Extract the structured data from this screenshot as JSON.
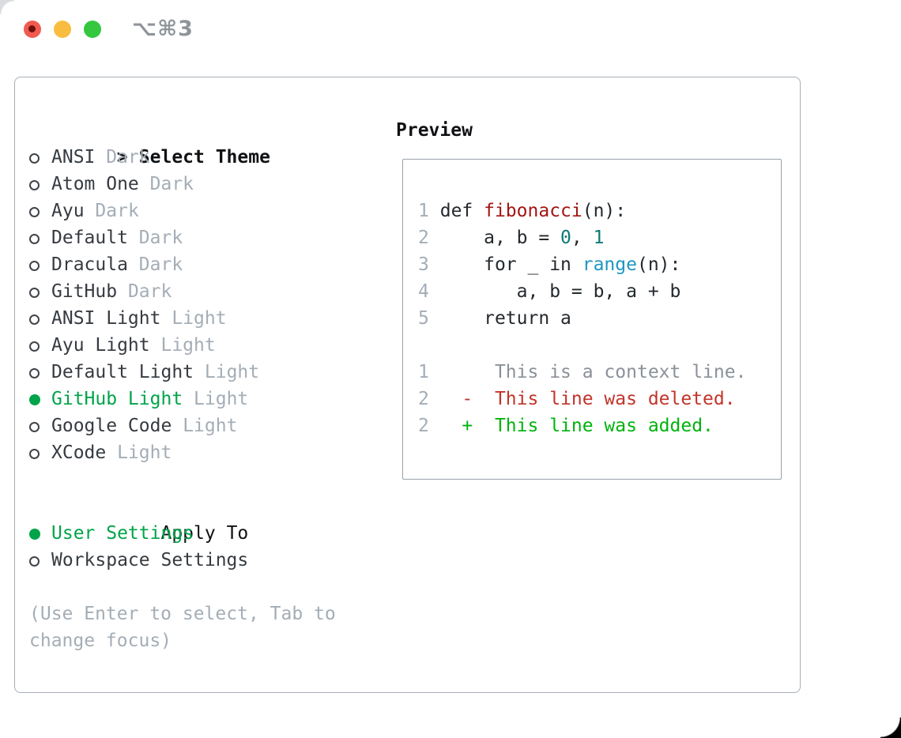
{
  "titlebar": {
    "title": "⌥⌘3"
  },
  "theme_picker": {
    "header_prefix": ">",
    "header": "Select Theme",
    "themes": [
      {
        "name": "ANSI",
        "variant": "Dark",
        "selected": false
      },
      {
        "name": "Atom One",
        "variant": "Dark",
        "selected": false
      },
      {
        "name": "Ayu",
        "variant": "Dark",
        "selected": false
      },
      {
        "name": "Default",
        "variant": "Dark",
        "selected": false
      },
      {
        "name": "Dracula",
        "variant": "Dark",
        "selected": false
      },
      {
        "name": "GitHub",
        "variant": "Dark",
        "selected": false
      },
      {
        "name": "ANSI Light",
        "variant": "Light",
        "selected": false
      },
      {
        "name": "Ayu Light",
        "variant": "Light",
        "selected": false
      },
      {
        "name": "Default Light",
        "variant": "Light",
        "selected": false
      },
      {
        "name": "GitHub Light",
        "variant": "Light",
        "selected": true
      },
      {
        "name": "Google Code",
        "variant": "Light",
        "selected": false
      },
      {
        "name": "XCode",
        "variant": "Light",
        "selected": false
      }
    ],
    "apply_to": {
      "header": "Apply To",
      "options": [
        {
          "label": "User Settings",
          "selected": true
        },
        {
          "label": "Workspace Settings",
          "selected": false
        }
      ]
    },
    "hint": "(Use Enter to select, Tab to change focus)"
  },
  "preview": {
    "header": "Preview",
    "code_lines": [
      {
        "num": "1",
        "tokens": [
          {
            "text": "def ",
            "style": "plain"
          },
          {
            "text": "fibonacci",
            "style": "function"
          },
          {
            "text": "(n):",
            "style": "plain"
          }
        ]
      },
      {
        "num": "2",
        "tokens": [
          {
            "text": "    a, b = ",
            "style": "plain"
          },
          {
            "text": "0",
            "style": "number"
          },
          {
            "text": ", ",
            "style": "plain"
          },
          {
            "text": "1",
            "style": "number"
          }
        ]
      },
      {
        "num": "3",
        "tokens": [
          {
            "text": "    for _ in ",
            "style": "plain"
          },
          {
            "text": "range",
            "style": "builtin"
          },
          {
            "text": "(n):",
            "style": "plain"
          }
        ]
      },
      {
        "num": "4",
        "tokens": [
          {
            "text": "       a, b = b, a + b",
            "style": "plain"
          }
        ]
      },
      {
        "num": "5",
        "tokens": [
          {
            "text": "    return a",
            "style": "plain"
          }
        ]
      }
    ],
    "diff_lines": [
      {
        "num": "1",
        "tokens": [
          {
            "text": "     This is a context line.",
            "style": "context"
          }
        ]
      },
      {
        "num": "2",
        "tokens": [
          {
            "text": "  -  This line was deleted.",
            "style": "deleted"
          }
        ]
      },
      {
        "num": "2",
        "tokens": [
          {
            "text": "  +  This line was added.",
            "style": "added"
          }
        ]
      }
    ]
  },
  "colors": {
    "accent_green": "#00a44a",
    "added_green": "#00b30c",
    "deleted_red": "#c2342a",
    "function_red": "#a31515",
    "number_teal": "#0b7a75",
    "builtin_blue": "#1e96c2",
    "code_fg": "#24292e",
    "context_gray": "#8a9199",
    "muted": "#a4adb6",
    "linenum": "#a4adb6",
    "text_dark": "#363b41",
    "header_black": "#101114",
    "circle_outline": "#3f444b",
    "border_outer": "#a7afb7",
    "border_preview": "#99a1a9",
    "titlebar_gray": "#8f9499",
    "traffic_red": "#f05a4f",
    "traffic_red_dot": "#6e100a",
    "traffic_yellow": "#f8bd3f",
    "traffic_green": "#34c73f"
  }
}
